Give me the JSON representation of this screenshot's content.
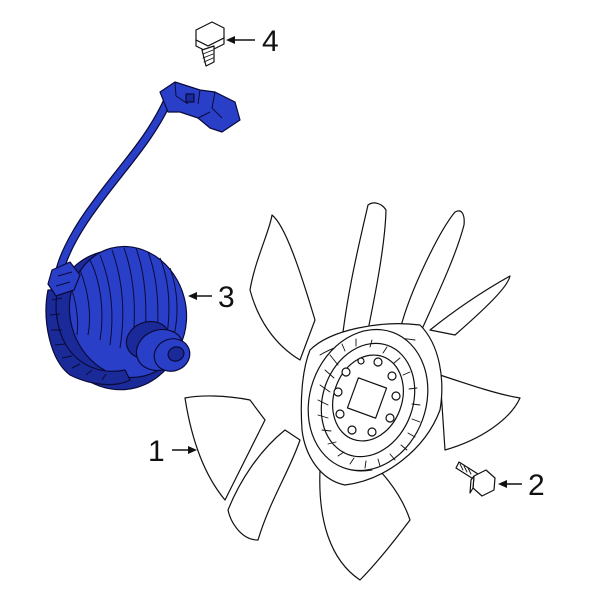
{
  "callouts": [
    {
      "number": "1",
      "part": "fan-blade"
    },
    {
      "number": "2",
      "part": "fan-bolt"
    },
    {
      "number": "3",
      "part": "fan-clutch"
    },
    {
      "number": "4",
      "part": "clutch-bolt"
    }
  ],
  "colors": {
    "highlight": "#2a3fc8",
    "highlight_dark": "#1b2a99",
    "outline": "#111111",
    "background": "#ffffff"
  }
}
